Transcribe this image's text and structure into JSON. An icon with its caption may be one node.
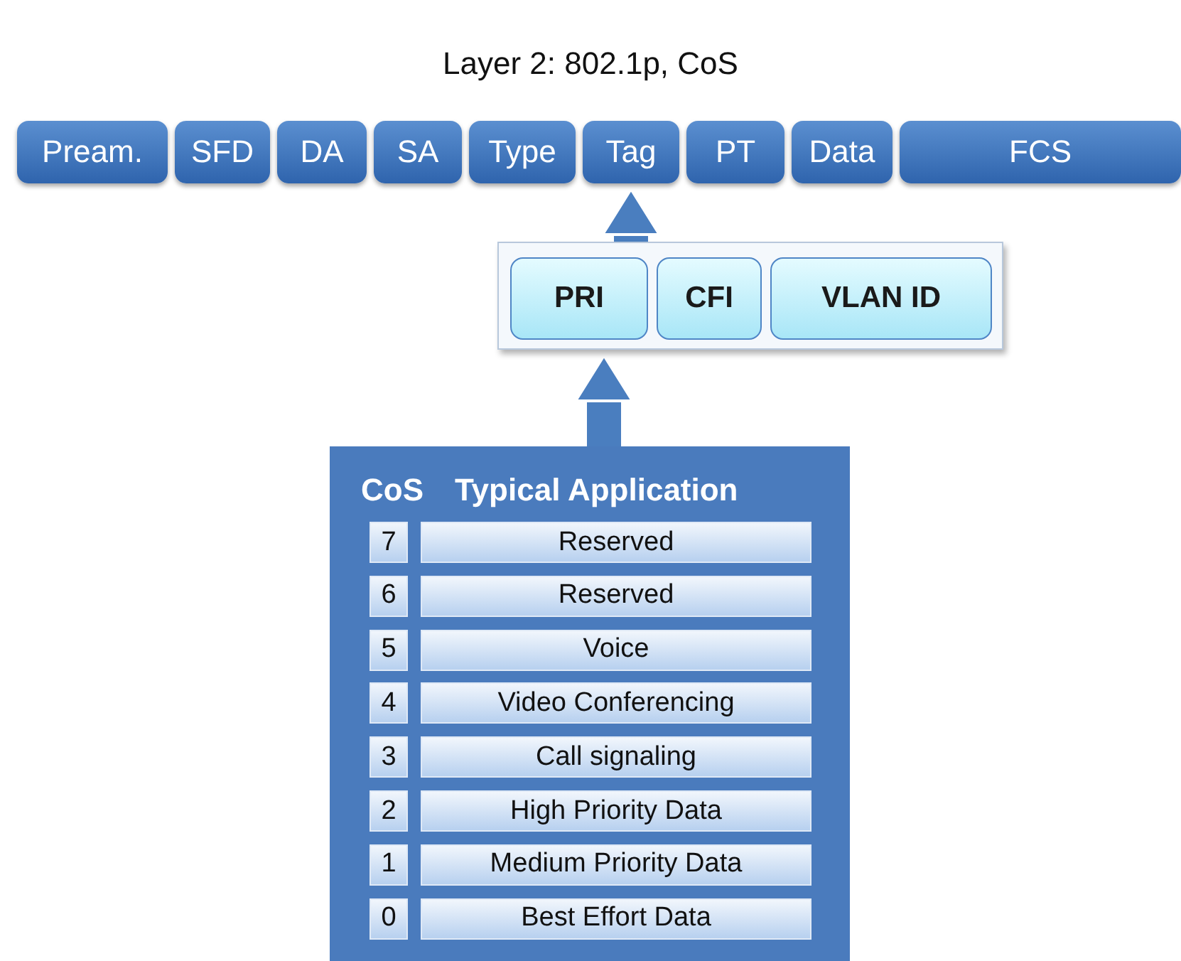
{
  "diagram": {
    "title": "Layer 2: 802.1p, CoS",
    "nodes": [
      {
        "text": [
          "Pream."
        ]
      },
      {
        "text": [
          "SFD"
        ]
      },
      {
        "text": [
          "DA"
        ]
      },
      {
        "text": [
          "SA"
        ]
      },
      {
        "text": [
          "Type"
        ]
      },
      {
        "text": [
          "Tag"
        ]
      },
      {
        "text": [
          "PT"
        ]
      },
      {
        "text": [
          "Data"
        ]
      },
      {
        "text": [
          "FCS"
        ]
      },
      {
        "text": [],
        "shape": "box"
      },
      {
        "text": [
          "PRI"
        ],
        "in": 9
      },
      {
        "text": [
          "CFI"
        ],
        "in": 9
      },
      {
        "text": [
          "VLAN ID"
        ],
        "in": 9
      },
      {
        "text": [
          "CoS",
          "Typical Application"
        ]
      },
      {
        "text": [
          "7"
        ],
        "in": 13
      },
      {
        "text": [
          "Reserved"
        ],
        "in": 13
      },
      {
        "text": [
          "6"
        ],
        "in": 13
      },
      {
        "text": [
          "Reserved"
        ],
        "in": 13
      },
      {
        "text": [
          "5"
        ],
        "in": 13
      },
      {
        "text": [
          "Voice"
        ],
        "in": 13
      },
      {
        "text": [
          "4"
        ],
        "in": 13
      },
      {
        "text": [
          "Video Conferencing"
        ],
        "in": 13
      },
      {
        "text": [
          "3"
        ],
        "in": 13
      },
      {
        "text": [
          "Call signaling"
        ],
        "in": 13
      },
      {
        "text": [
          "2"
        ],
        "in": 13
      },
      {
        "text": [
          "High Priority Data"
        ],
        "in": 13
      },
      {
        "text": [
          "1"
        ],
        "in": 13
      },
      {
        "text": [
          "Medium Priority Data"
        ],
        "in": 13
      },
      {
        "text": [
          "0"
        ],
        "in": 13
      },
      {
        "text": [
          "Best Effort Data"
        ],
        "in": 13
      }
    ],
    "edges": [
      {
        "from": 9,
        "to": 5,
        "arrow": "to"
      },
      {
        "from": 13,
        "to": 9,
        "arrow": "to"
      }
    ]
  }
}
